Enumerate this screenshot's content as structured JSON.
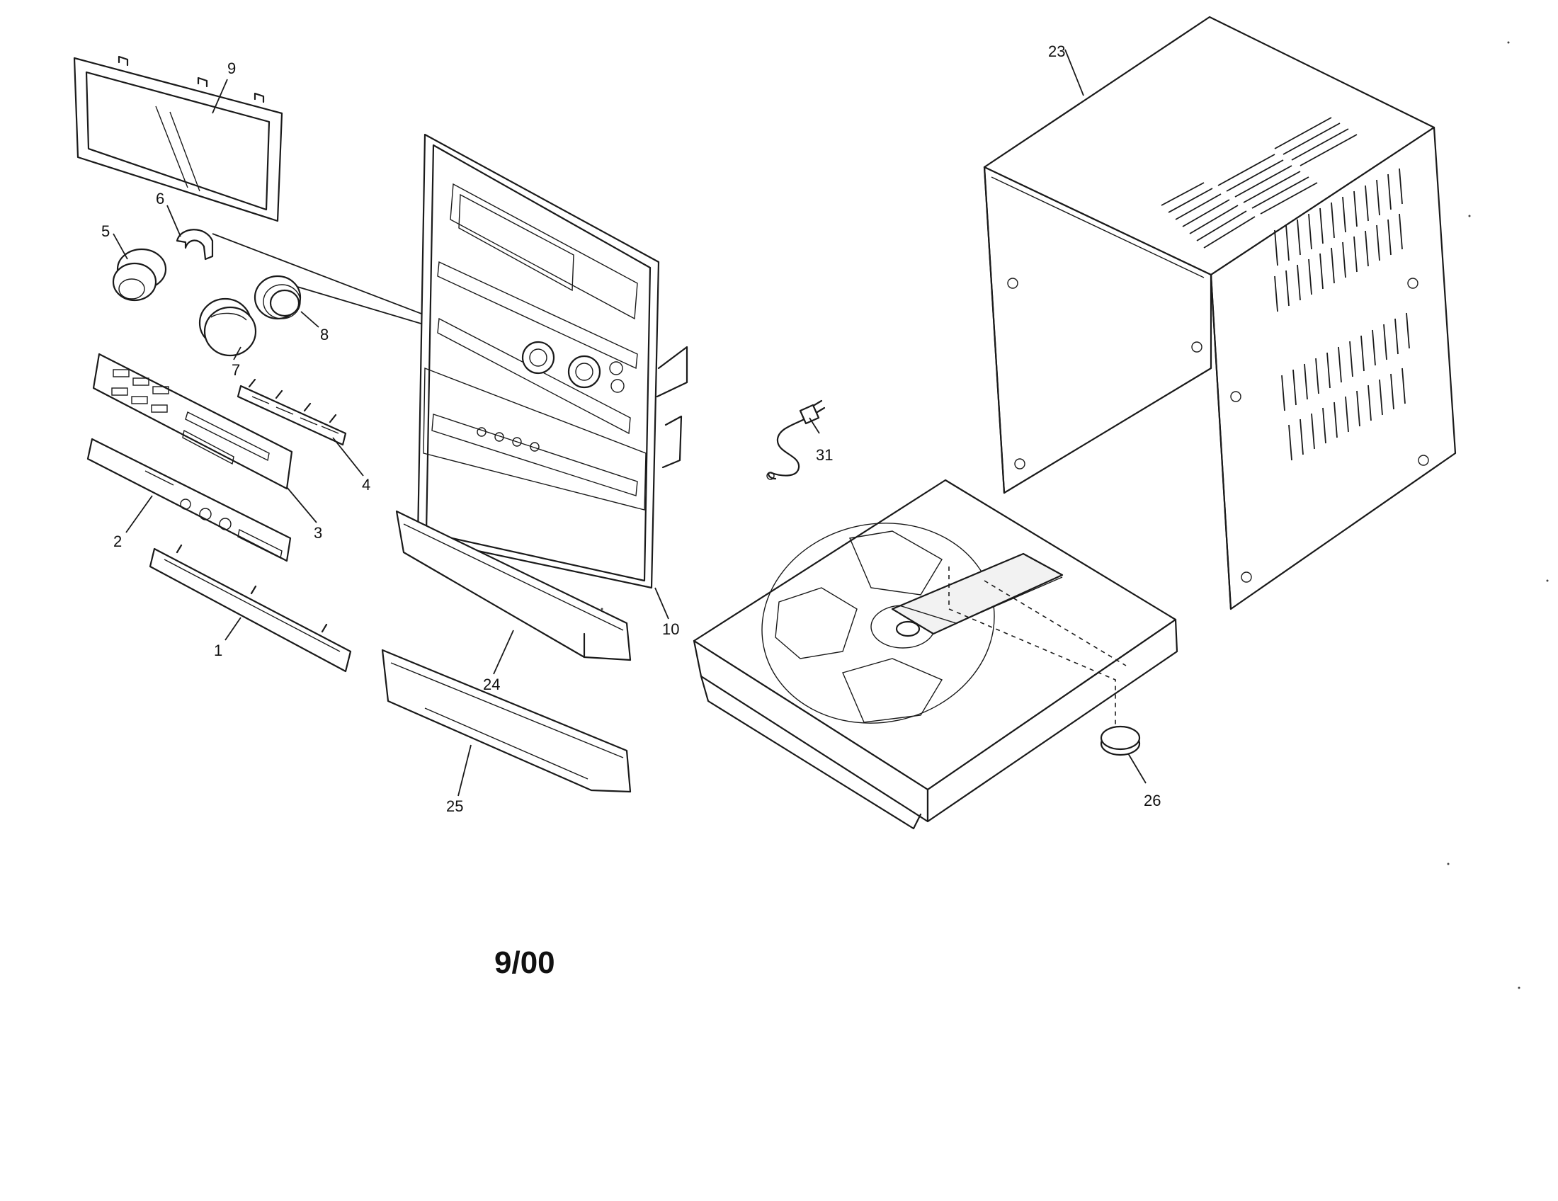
{
  "callouts": {
    "c1": "1",
    "c2": "2",
    "c3": "3",
    "c4": "4",
    "c5": "5",
    "c6": "6",
    "c7": "7",
    "c8": "8",
    "c9": "9",
    "c10": "10",
    "c23": "23",
    "c24": "24",
    "c25": "25",
    "c26": "26",
    "c31": "31"
  },
  "date_code": "9/00"
}
